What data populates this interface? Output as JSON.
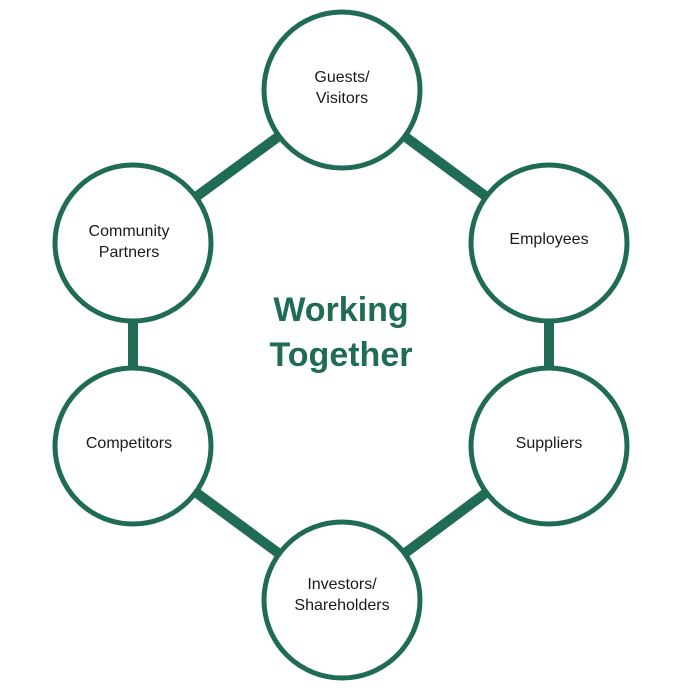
{
  "colors": {
    "accent": "#1f6b56",
    "node_fill": "#ffffff",
    "text": "#1a1a1a"
  },
  "center": {
    "line1": "Working",
    "line2": "Together"
  },
  "nodes": [
    {
      "id": "guests-visitors",
      "lines": [
        "Guests/",
        "Visitors"
      ]
    },
    {
      "id": "employees",
      "lines": [
        "Employees"
      ]
    },
    {
      "id": "suppliers",
      "lines": [
        "Suppliers"
      ]
    },
    {
      "id": "investors-shareholders",
      "lines": [
        "Investors/",
        "Shareholders"
      ]
    },
    {
      "id": "competitors",
      "lines": [
        "Competitors"
      ]
    },
    {
      "id": "community-partners",
      "lines": [
        "Community",
        "Partners"
      ]
    }
  ]
}
